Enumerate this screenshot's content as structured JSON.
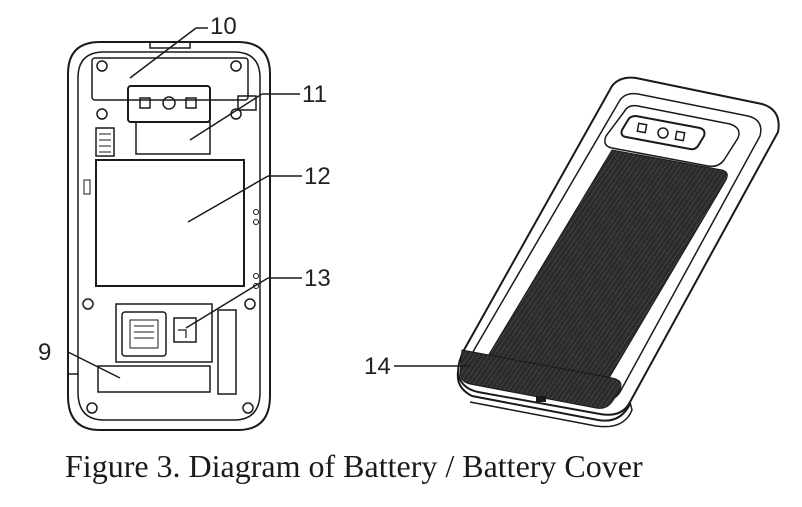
{
  "callouts": {
    "c9": "9",
    "c10": "10",
    "c11": "11",
    "c12": "12",
    "c13": "13",
    "c14": "14"
  },
  "caption": "Figure 3. Diagram of Battery / Battery Cover",
  "colors": {
    "line": "#1a1a1a",
    "cover_texture": "#2b2b2b",
    "background": "#ffffff"
  }
}
